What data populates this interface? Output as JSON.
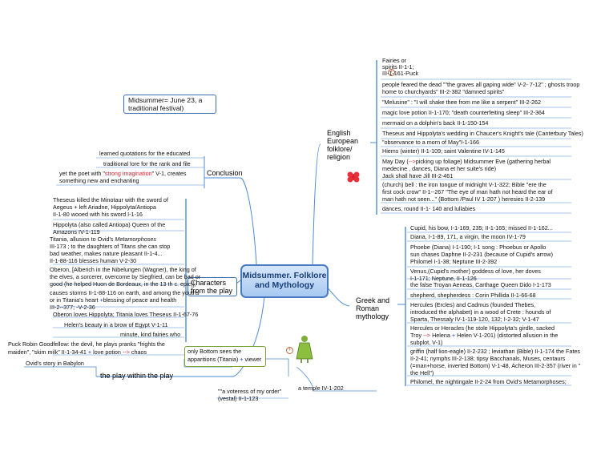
{
  "center": {
    "title_line1": "Midsummer. Folklore",
    "title_line2": "and Mythology"
  },
  "topic_box": {
    "line1": "Midsummer= June 23, a",
    "line2": "traditional festival)"
  },
  "conclusion": {
    "label": "Conclusion",
    "items": [
      "learned quotations for the educated",
      "traditional lore for the rank and file",
      "yet the poet with \"",
      "strong imagination",
      "\" V-1, creates",
      "something new and enchanting"
    ]
  },
  "characters": {
    "label_line1": "Characters",
    "label_line2": "from the play",
    "items": [
      [
        "Theseus killed the Minotaur with the sword of",
        "Aegeus + left Ariadne, Hippolyta/Antiopa",
        "II-1-80 wooed with his sword I-1-16"
      ],
      [
        "Hippolyta (also called Antiopa)  Queen of the",
        "Amazons IV-1-119"
      ],
      [
        "Titania, allusion to Ovid's ",
        "Metamorphoses",
        "III-173 ; to the daughters of Titans she can stop",
        "bad weather, makes nature pleasant II-1-4...",
        "II-1-88-116 blesses human V-2-30"
      ],
      [
        "Oberon, [Alberich in the Nibelungen (Wagner), the king of",
        "the elves, a sorcerer, overcome by Siegfried, can be bad or",
        "good (he helped Huon de Bordeaux, in the 13 th c. epic)],"
      ],
      [
        "causes storms II-1-88-116 on earth, and among the youths",
        "or in Titania's heart ",
        "blessing of peace and health",
        "III-2--377; -V-2-36"
      ],
      [
        "Oberon  loves Hippolyta; Titania loves Theseus II-1-67-76"
      ],
      [
        "Helen's beauty in a brow of Egypt V-1-11"
      ],
      [
        "minute, kind fairies who"
      ],
      [
        "Puck Robin Goodfellow:  the devil, he plays pranks \"frights the",
        "maiden\", \"skim milk\"  II-1-34-41",
        "love potion",
        "chaos"
      ]
    ]
  },
  "play_within": {
    "label": "the play within the play",
    "items": [
      "Ovid's story in Babylon",
      "only Bottom sees the",
      "apparitions (Titania)",
      "viewer"
    ]
  },
  "english": {
    "label_line1": "English",
    "label_line2": "European",
    "label_line3": "folklore/",
    "label_line4": "religion",
    "items": [
      [
        "Fairies or",
        "spirits II-1-1;",
        "III-1-161-Puck"
      ],
      [
        "people feared the dead \"\"the graves all gaping wide\" V-2- 7-12\" ; ghosts troop",
        "home to churchyards\" III-2-382 \"damned spirits\""
      ],
      [
        "\"Melusine\" : \"I will shake thee from me like a serpent\" III-2-262"
      ],
      [
        "magic love potion II-1-170; \"death counterfeiting sleep\" III-2-364"
      ],
      [
        "mermaid on a dolphin's back II-1-150-154"
      ],
      [
        "Theseus and Hippolyta's wedding in Chaucer's Knight's tale (Canterbury Tales)"
      ],
      [
        "\"observance to a morn of May\"I-1-166"
      ],
      [
        "Hiems (winter) II-1-109; saint Valentine IV-1-145"
      ],
      [
        "May Day (",
        "picking up foliage) Midsummer Eve (gathering herbal",
        "medecine , dances, Diana et her suite's ride)"
      ],
      [
        "Jack shall have Jill III-2-461"
      ],
      [
        "(church) bell : the iron tongue of midnight V-1-322; Bible  \"ere the",
        "first cock crow\" II-1--267 \"The eye of man hath not heard the ear of",
        "man hath not seen...\" (Bottom /Paul IV 1-207   ) heresies II-2-139"
      ],
      [
        "dances, round II-1- 140 and lullabies"
      ]
    ]
  },
  "greek": {
    "label_line1": "Greek and",
    "label_line2": "Roman",
    "label_line3": "mythology",
    "items": [
      [
        "Cupid, his bow, I-1-169, 235; II-1-165; missed II-1-162..."
      ],
      [
        " Diana, I-1-89, 171, a virgin, the moon IV-1-79"
      ],
      [
        "Phoebe  (Diana) I-1-190;  I-1 song : Phoebus or Apollo",
        "sun   chases Daphne II-2-231 (because of Cupid's arrow)",
        "Philomel I-1-38; Neptune III-2-392"
      ],
      [
        "Venus,(Cupid's mother) goddess of love, her  doves",
        "I-1-171;  Neptune,  II-1-126"
      ],
      [
        "the false Troyan Aeneas, Carthage Queen Dido I-1-173"
      ],
      [
        "shepherd, shepherdess : Corin Phillida II-1-66-68"
      ],
      [
        "Hercules (Ercles)  and Cadmus (founded Thebes,",
        "introduced the alphabet) in a wood of Crete :  hounds of",
        "Sparta, Thessaly IV-1-119-120, 132; I-2-32; V-1-47"
      ],
      [
        "Hercules or Heracles (he stole Hippolyta's girdle, sacked",
        "Troy ",
        " Helena ",
        " Helen V-1-201) (distorted allusion in the",
        "subplot, V-1)"
      ],
      [
        "griffin  (half lion-eagle) II-2-232 ; leviathan (Bible) II-1-174 the Fates",
        "II-2-41; nymphs III-2-138; tipsy Bacchanals, Muses, centaurs",
        "(=man+horse, inverted Bottom) V-1-48, Acheron III-2-357 (river in \"",
        "the Hell\")"
      ],
      [
        "Philomel, the nightingale II-2-24 from Ovid's Metamorphoses;"
      ]
    ]
  },
  "vestal": {
    "line1": "\"\"a voteress of my order\"",
    "line2": "(vestal) II-1-123"
  },
  "temple": {
    "label": "a temple  IV-1-202"
  },
  "icons": [
    "red-flower-icon",
    "green-figure-icon",
    "expand-plus-icon"
  ],
  "colors": {
    "branch_line": "#4e8bd6",
    "center_border": "#4a7bc2",
    "highlight_red": "#e0202e",
    "highlight_blue": "#1f3fd0"
  }
}
